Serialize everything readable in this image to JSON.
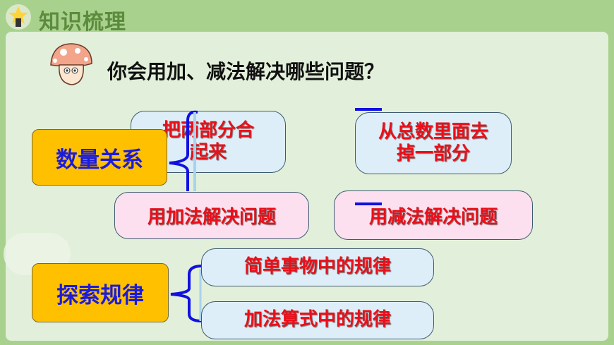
{
  "header": {
    "title": "知识梳理"
  },
  "question": "你会用加、减法解决哪些问题？",
  "section1": {
    "label": "数量关系",
    "add_meaning": "把两部分合起来",
    "sub_meaning": "从总数里面去掉一部分",
    "add_use": "用加法解决问题",
    "sub_use": "用减法解决问题"
  },
  "section2": {
    "label": "探索规律",
    "item1": "简单事物中的规律",
    "item2": "加法算式中的规律"
  },
  "colors": {
    "header": "#a9d18e",
    "panel": "#e2efda",
    "category_box": "#ffc000",
    "category_text": "#1b1bdc",
    "item_text": "#e8101a"
  }
}
